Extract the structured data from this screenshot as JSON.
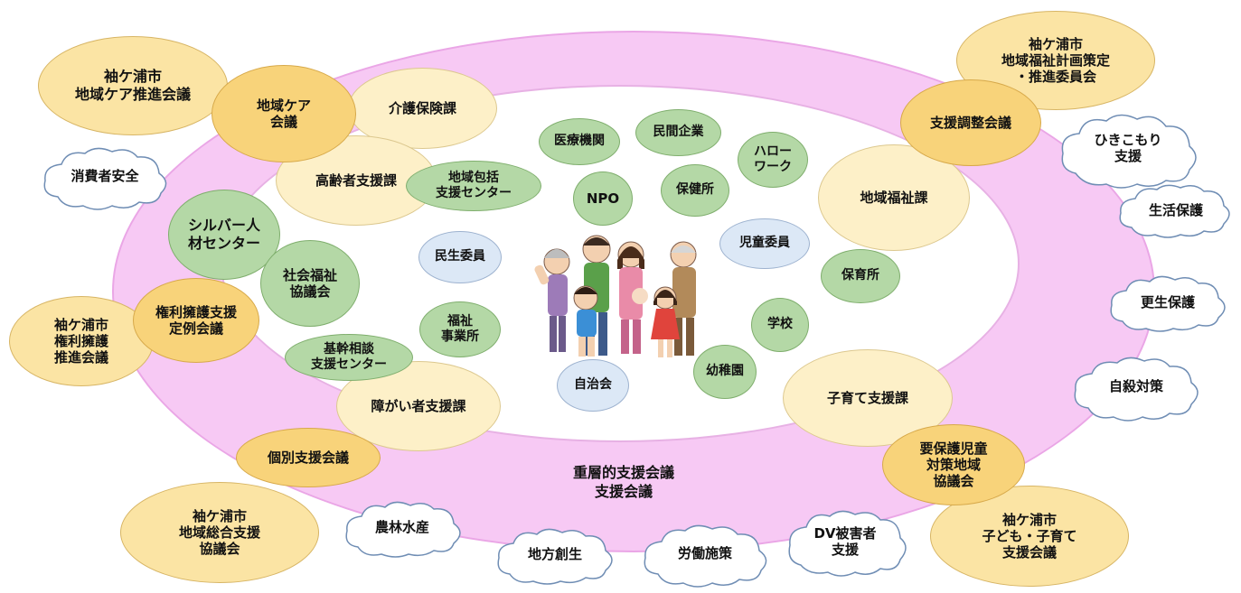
{
  "outer_label": "重層的支援会議\n支援会議",
  "colors": {
    "outer_ring": "#f7c9f4",
    "council": "#f8d37a",
    "city_council": "#fbe4a4",
    "department": "#fdf0c8",
    "organization": "#b4d8a6",
    "volunteer": "#dce8f6",
    "cloud": "#ffffff"
  },
  "city_councils": {
    "regional_care_promotion": "袖ケ浦市\n地域ケア推進会議",
    "welfare_plan_committee": "袖ケ浦市\n地域福祉計画策定\n・推進委員会",
    "rights_advocacy": "袖ケ浦市\n権利擁護\n推進会議",
    "comprehensive_support": "袖ケ浦市\n地域総合支援\n協議会",
    "child_rearing": "袖ケ浦市\n子ども・子育て\n支援会議"
  },
  "councils": {
    "regional_care": "地域ケア\n会議",
    "support_coordination": "支援調整会議",
    "rights_advocacy_regular": "権利擁護支援\n定例会議",
    "individual_support": "個別支援会議",
    "child_protection": "要保護児童\n対策地域\n協議会"
  },
  "departments": {
    "care_insurance": "介護保険課",
    "elderly_support": "高齢者支援課",
    "community_welfare": "地域福祉課",
    "child_support": "子育て支援課",
    "disability_support": "障がい者支援課"
  },
  "organizations": {
    "silver_center": "シルバー人\n材センター",
    "social_welfare_council": "社会福祉\n協議会",
    "regional_comprehensive_center": "地域包括\n支援センター",
    "core_consultation_center": "基幹相談\n支援センター",
    "medical": "医療機関",
    "private_company": "民間企業",
    "hello_work": "ハロー\nワーク",
    "npo": "NPO",
    "health_center": "保健所",
    "nursery": "保育所",
    "school": "学校",
    "kindergarten": "幼稚園",
    "welfare_office": "福祉\n事業所"
  },
  "volunteers": {
    "welfare_commissioner": "民生委員",
    "child_commissioner": "児童委員",
    "neighborhood_association": "自治会"
  },
  "clouds": {
    "consumer_safety": "消費者安全",
    "hikikomori": "ひきこもり\n支援",
    "livelihood": "生活保護",
    "rehabilitation": "更生保護",
    "suicide_prevention": "自殺対策",
    "dv_victims": "DV被害者\n支援",
    "agriculture": "農林水産",
    "regional_revitalization": "地方創生",
    "labor_policy": "労働施策"
  }
}
